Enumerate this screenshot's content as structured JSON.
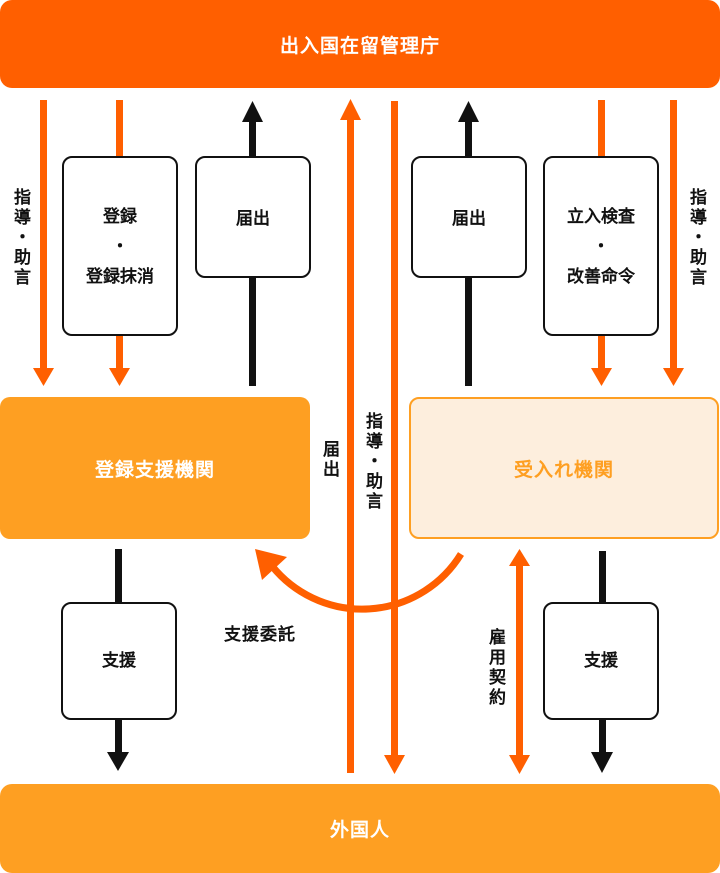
{
  "colors": {
    "primary_orange": "#ff5f00",
    "light_orange": "#fe9f22",
    "cream": "#fdeedd",
    "black": "#111111",
    "white": "#ffffff"
  },
  "top": {
    "label": "出入国在留管理庁"
  },
  "bottom": {
    "label": "外国人"
  },
  "organizations": {
    "registered_support": {
      "label": "登録支援機関"
    },
    "accepting": {
      "label": "受入れ機関"
    }
  },
  "boxes": {
    "registration": {
      "lines": [
        "登録",
        "・",
        "登録抹消"
      ]
    },
    "notification_left": {
      "label": "届出"
    },
    "notification_right": {
      "label": "届出"
    },
    "inspection": {
      "lines": [
        "立入検査",
        "・",
        "改善命令"
      ]
    },
    "support_left": {
      "label": "支援"
    },
    "support_right": {
      "label": "支援"
    }
  },
  "labels": {
    "guidance_left": "指導・助言",
    "guidance_right": "指導・助言",
    "guidance_center": "指導・助言",
    "notification_center": "届出",
    "support_consignment": "支援委託",
    "employment_contract": "雇用契約"
  },
  "arrows": [
    {
      "id": "guidance-left",
      "from": "出入国在留管理庁",
      "to": "登録支援機関",
      "color": "orange"
    },
    {
      "id": "registration",
      "from": "出入国在留管理庁",
      "to": "登録支援機関",
      "color": "orange"
    },
    {
      "id": "notification-left",
      "from": "登録支援機関",
      "to": "出入国在留管理庁",
      "color": "black"
    },
    {
      "id": "notification-center",
      "from": "外国人",
      "to": "出入国在留管理庁",
      "color": "orange"
    },
    {
      "id": "guidance-center",
      "from": "出入国在留管理庁",
      "to": "外国人",
      "color": "orange"
    },
    {
      "id": "notification-right",
      "from": "受入れ機関",
      "to": "出入国在留管理庁",
      "color": "black"
    },
    {
      "id": "inspection",
      "from": "出入国在留管理庁",
      "to": "受入れ機関",
      "color": "orange"
    },
    {
      "id": "guidance-right",
      "from": "出入国在留管理庁",
      "to": "受入れ機関",
      "color": "orange"
    },
    {
      "id": "support-consignment",
      "from": "受入れ機関",
      "to": "登録支援機関",
      "color": "orange"
    },
    {
      "id": "employment-contract",
      "from": "受入れ機関",
      "to": "外国人",
      "color": "orange",
      "bidirectional": true
    },
    {
      "id": "support-left",
      "from": "登録支援機関",
      "to": "外国人",
      "color": "black"
    },
    {
      "id": "support-right",
      "from": "受入れ機関",
      "to": "外国人",
      "color": "black"
    }
  ]
}
